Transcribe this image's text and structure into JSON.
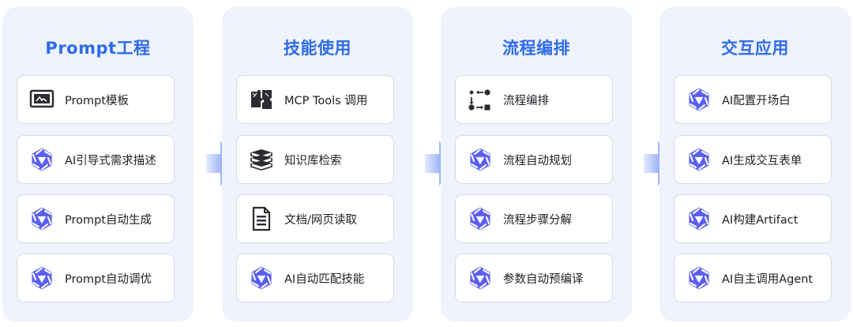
{
  "colors": {
    "title": "#2e6be6",
    "panel_bg": "#eef3fd",
    "card_border": "#d7dbe2",
    "ai_icon": "#5b5fef",
    "arrow_start": "#dfe7ff",
    "arrow_end": "#6d8cf7"
  },
  "columns": [
    {
      "title": "Prompt工程",
      "items": [
        {
          "label": "Prompt模板",
          "icon": "template-icon"
        },
        {
          "label": "AI引导式需求描述",
          "icon": "ai-icon"
        },
        {
          "label": "Prompt自动生成",
          "icon": "ai-icon"
        },
        {
          "label": "Prompt自动调优",
          "icon": "ai-icon"
        }
      ]
    },
    {
      "title": "技能使用",
      "items": [
        {
          "label": "MCP Tools 调用",
          "icon": "puzzle-icon"
        },
        {
          "label": "知识库检索",
          "icon": "books-icon"
        },
        {
          "label": "文档/网页读取",
          "icon": "document-icon"
        },
        {
          "label": "AI自动匹配技能",
          "icon": "ai-icon"
        }
      ]
    },
    {
      "title": "流程编排",
      "items": [
        {
          "label": "流程编排",
          "icon": "workflow-icon"
        },
        {
          "label": "流程自动规划",
          "icon": "ai-icon"
        },
        {
          "label": "流程步骤分解",
          "icon": "ai-icon"
        },
        {
          "label": "参数自动预编译",
          "icon": "ai-icon"
        }
      ]
    },
    {
      "title": "交互应用",
      "items": [
        {
          "label": "AI配置开场白",
          "icon": "ai-icon"
        },
        {
          "label": "AI生成交互表单",
          "icon": "ai-icon"
        },
        {
          "label": "AI构建Artifact",
          "icon": "ai-icon"
        },
        {
          "label": "AI自主调用Agent",
          "icon": "ai-icon"
        }
      ]
    }
  ]
}
